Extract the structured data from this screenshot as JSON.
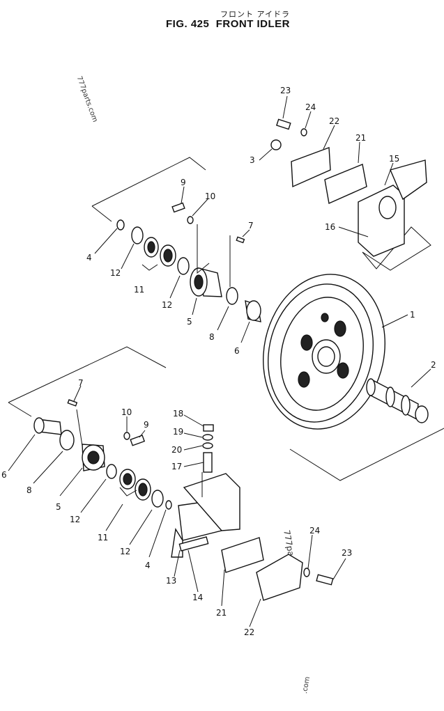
{
  "header": {
    "japanese_title": "フロント アイドラ",
    "figure_title": "FIG. 425  FRONT IDLER"
  },
  "watermarks": [
    "777parts.com",
    "777parts.com",
    ".com"
  ],
  "callouts": {
    "c1": "1",
    "c2": "2",
    "c3": "3",
    "c4a": "4",
    "c4b": "4",
    "c5a": "5",
    "c5b": "5",
    "c6a": "6",
    "c6b": "6",
    "c7a": "7",
    "c7b": "7",
    "c8a": "8",
    "c8b": "8",
    "c9a": "9",
    "c9b": "9",
    "c10a": "10",
    "c10b": "10",
    "c11a": "11",
    "c11b": "11",
    "c12a": "12",
    "c12b": "12",
    "c12c": "12",
    "c12d": "12",
    "c13": "13",
    "c14": "14",
    "c15": "15",
    "c16": "16",
    "c17": "17",
    "c18": "18",
    "c19": "19",
    "c20": "20",
    "c21a": "21",
    "c21b": "21",
    "c22a": "22",
    "c22b": "22",
    "c23a": "23",
    "c23b": "23",
    "c24a": "24",
    "c24b": "24"
  }
}
